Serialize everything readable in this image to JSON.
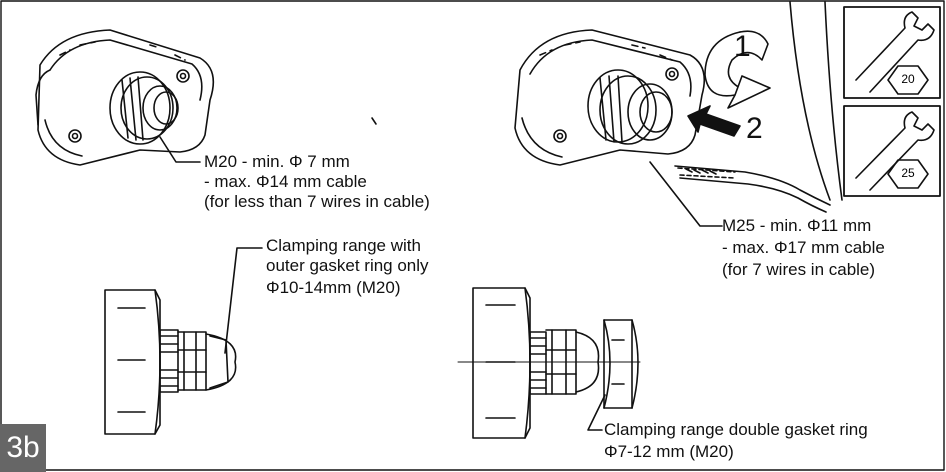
{
  "figure": {
    "id_badge": "3b",
    "step_1": "1",
    "step_2": "2",
    "wrench_sizes": [
      "20",
      "25"
    ]
  },
  "callouts": {
    "m20": {
      "line1": "M20 - min. Φ 7 mm",
      "line2": "- max. Φ14 mm cable",
      "line3": "(for less than 7 wires in cable)"
    },
    "m25": {
      "line1": "M25 - min. Φ11 mm",
      "line2": "- max. Φ17 mm cable",
      "line3": "(for 7 wires in cable)"
    },
    "outer_ring": {
      "line1": "Clamping range with",
      "line2": "outer gasket ring only",
      "line3": "Φ10-14mm (M20)"
    },
    "double_ring": {
      "line1": "Clamping range double gasket ring",
      "line2": "Φ7-12 mm (M20)"
    }
  }
}
